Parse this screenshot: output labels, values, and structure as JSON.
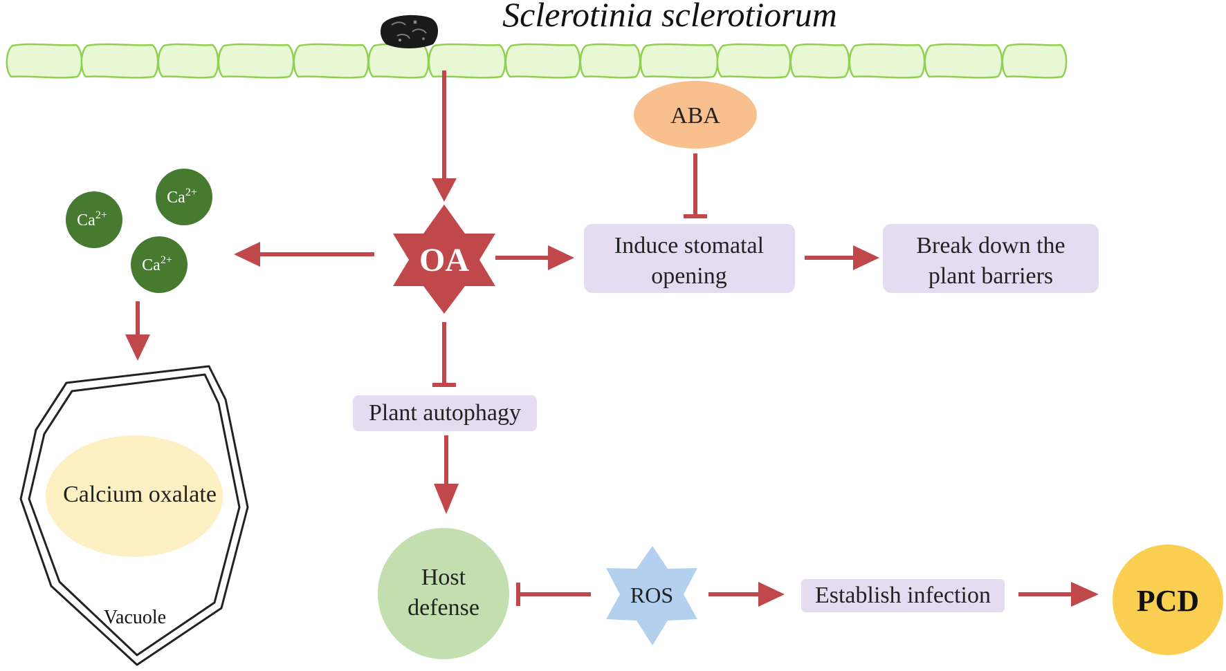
{
  "title": "Sclerotinia sclerotiorum",
  "nodes": {
    "oa": "OA",
    "aba": "ABA",
    "stomatal_line1": "Induce stomatal",
    "stomatal_line2": "opening",
    "barrier_line1": "Break down the",
    "barrier_line2": "plant barriers",
    "autophagy": "Plant autophagy",
    "host_line1": "Host",
    "host_line2": "defense",
    "ros": "ROS",
    "infection": "Establish infection",
    "pcd": "PCD",
    "calcium_oxalate": "Calcium oxalate",
    "vacuole": "Vacuole",
    "ca_base": "Ca",
    "ca_charge": "2+"
  },
  "colors": {
    "arrow": "#c0484a",
    "cell_fill": "#e8f7d4",
    "cell_stroke": "#8fd14f",
    "oa_star": "#c0484a",
    "aba": "#f8c08e",
    "box": "#e6dcf2",
    "host": "#c3dfb0",
    "ros": "#b3d1ee",
    "pcd": "#f9ce51",
    "calcium": "#fdf0c3",
    "ion": "#467a2f"
  }
}
